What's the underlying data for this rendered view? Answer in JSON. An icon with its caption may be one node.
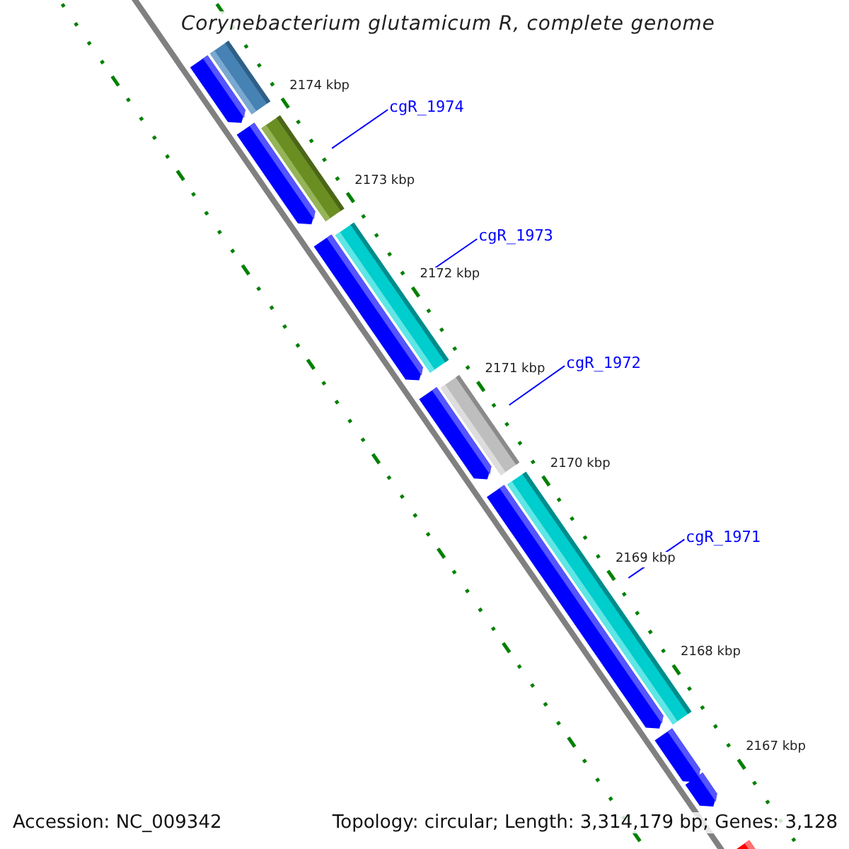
{
  "diagram": {
    "title": "Corynebacterium glutamicum R, complete genome",
    "nodes": [
      {
        "text": [],
        "shape": "bar"
      },
      {
        "text": [],
        "shape": "pentagon"
      },
      {
        "text": [],
        "shape": "bar"
      },
      {
        "text": [],
        "shape": "pentagon"
      },
      {
        "text": [],
        "shape": "bar"
      },
      {
        "text": [],
        "shape": "pentagon"
      },
      {
        "text": [],
        "shape": "bar"
      },
      {
        "text": [],
        "shape": "pentagon"
      },
      {
        "text": [],
        "shape": "bar"
      },
      {
        "text": [],
        "shape": "pentagon"
      },
      {
        "text": [],
        "shape": "pentagon"
      },
      {
        "text": [],
        "shape": "pentagon"
      },
      {
        "text": [],
        "shape": "pentagon"
      },
      {
        "text": [
          "cgR_1974"
        ]
      },
      {
        "text": [
          "cgR_1973"
        ]
      },
      {
        "text": [
          "cgR_1972"
        ]
      },
      {
        "text": [
          "cgR_1971"
        ]
      }
    ],
    "edges": [
      {
        "from": 13,
        "to": 2,
        "arrow": "none"
      },
      {
        "from": 14,
        "to": 4,
        "arrow": "none"
      },
      {
        "from": 15,
        "to": 6,
        "arrow": "none"
      },
      {
        "from": 16,
        "to": 8,
        "arrow": "none"
      }
    ],
    "labels": [
      "2174 kbp",
      "2173 kbp",
      "2172 kbp",
      "2171 kbp",
      "2170 kbp",
      "2169 kbp",
      "2168 kbp",
      "2167 kbp",
      "Accession: NC_009342",
      "Topology: circular; Length: 3,314,179 bp; Genes: 3,128"
    ]
  }
}
